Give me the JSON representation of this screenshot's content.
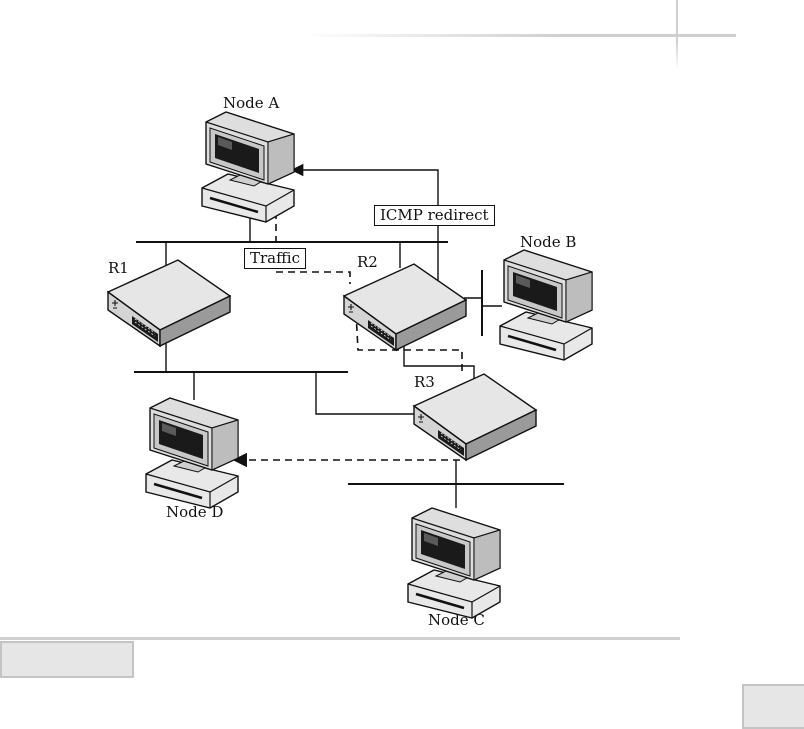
{
  "nodes": {
    "a": "Node A",
    "b": "Node B",
    "c": "Node C",
    "d": "Node D"
  },
  "routers": {
    "r1": "R1",
    "r2": "R2",
    "r3": "R3"
  },
  "annotations": {
    "icmp_redirect": "ICMP redirect",
    "traffic": "Traffic"
  }
}
